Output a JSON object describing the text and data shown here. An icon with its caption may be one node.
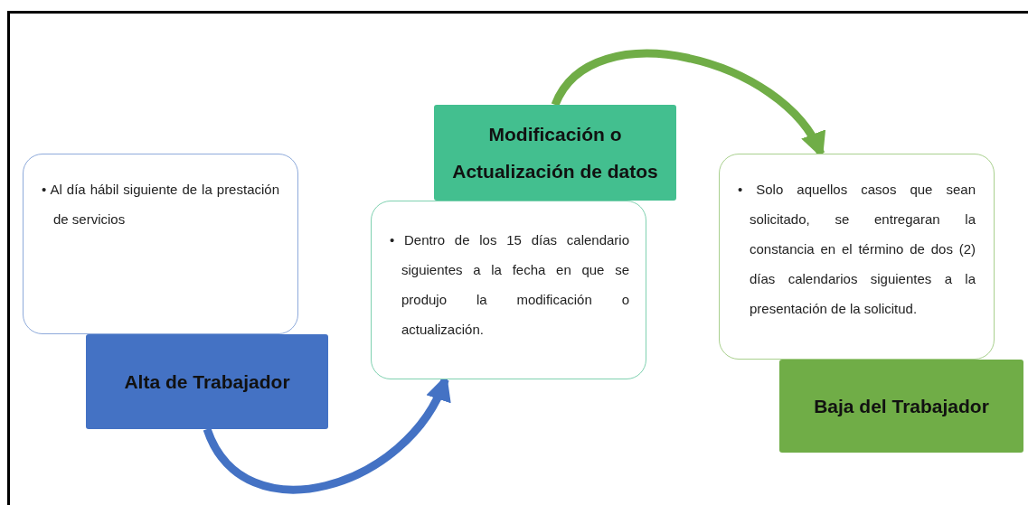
{
  "diagram": {
    "nodes": [
      {
        "text": [
          "• Al día hábil siguiente de la prestación de servicios"
        ]
      },
      {
        "text": [
          "Alta de Trabajador"
        ]
      },
      {
        "text": [
          "• Dentro de los 15 días calendario siguientes a la fecha en que se produjo la modificación o actualización."
        ]
      },
      {
        "text": [
          "Modificación o Actualización de datos"
        ]
      },
      {
        "text": [
          "• Solo aquellos casos que sean solicitado, se entregaran la constancia en el término de dos (2) días calendarios siguientes a la presentación de la solicitud."
        ]
      },
      {
        "text": [
          "Baja del Trabajador"
        ]
      }
    ],
    "edges": [
      {
        "from": 1,
        "to": 2,
        "arrow": "to",
        "color": "#4472c4"
      },
      {
        "from": 3,
        "to": 4,
        "arrow": "to",
        "color": "#70ad47"
      }
    ]
  }
}
